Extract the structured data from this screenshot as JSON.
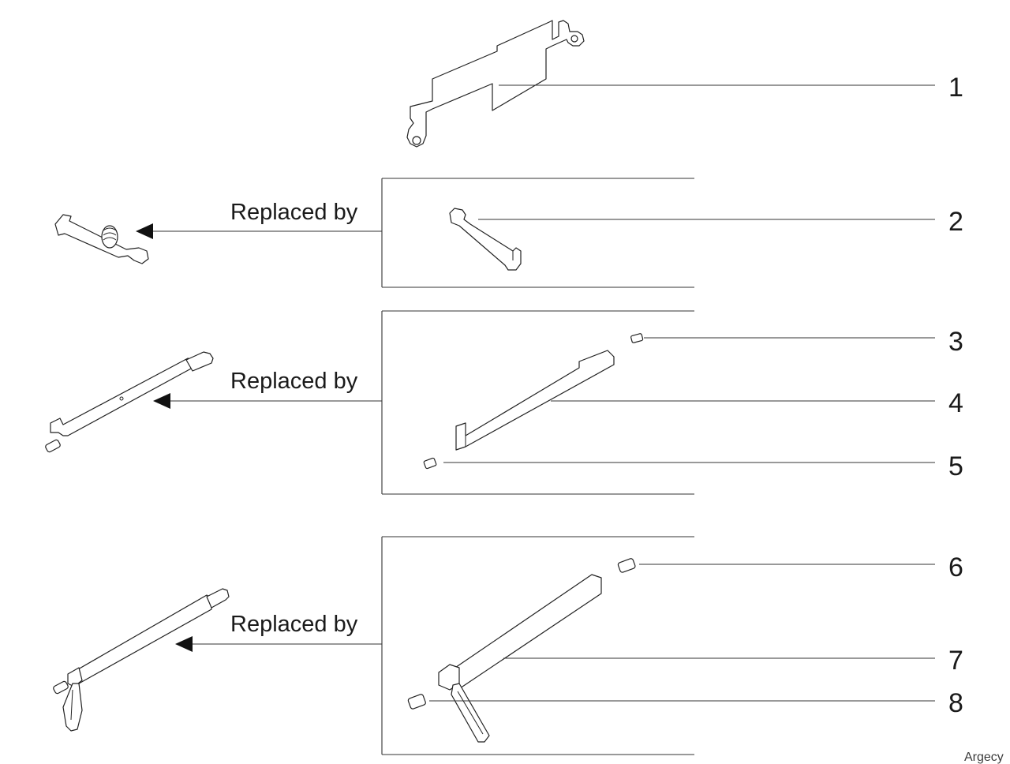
{
  "callouts": [
    {
      "id": "1",
      "label": "1"
    },
    {
      "id": "2",
      "label": "2"
    },
    {
      "id": "3",
      "label": "3"
    },
    {
      "id": "4",
      "label": "4"
    },
    {
      "id": "5",
      "label": "5"
    },
    {
      "id": "6",
      "label": "6"
    },
    {
      "id": "7",
      "label": "7"
    },
    {
      "id": "8",
      "label": "8"
    }
  ],
  "replacements": [
    {
      "text": "Replaced by"
    },
    {
      "text": "Replaced by"
    },
    {
      "text": "Replaced by"
    }
  ],
  "watermark": "Argecy",
  "icons": {
    "arrow": "arrowhead-left-icon"
  }
}
